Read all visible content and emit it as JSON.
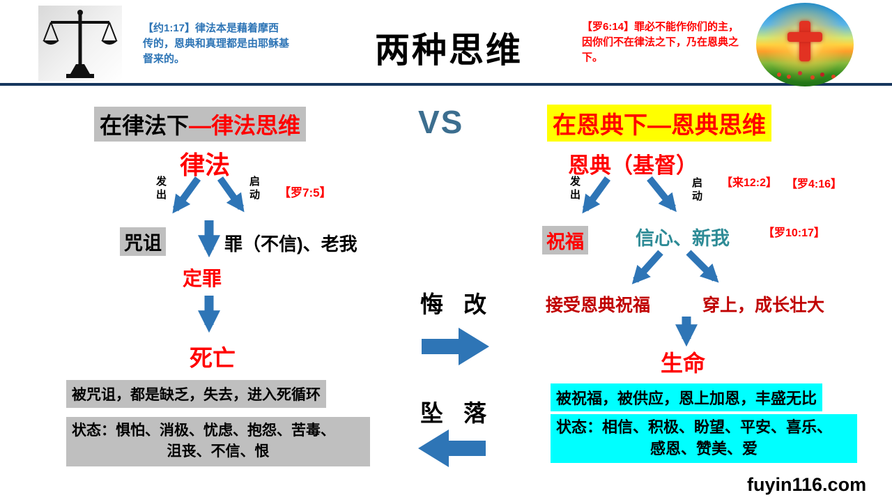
{
  "colors": {
    "red": "#FF0000",
    "dark_red": "#C00000",
    "arrow_blue": "#2E75B6",
    "header_line_navy": "#17375E",
    "verse_blue": "#2E75B6",
    "vs_slate_blue": "#3C6E8F",
    "gray_highlight": "#BFBFBF",
    "yellow_highlight": "#FFFF00",
    "cyan_highlight": "#00FFFF",
    "teal_text": "#2E8B96"
  },
  "images": {
    "left_logo": "scales-of-justice",
    "right_logo": "red-cross-sunrise-flowers"
  },
  "header": {
    "left_verse": "【约1:17】律法本是藉着摩西传的，恩典和真理都是由耶稣基督来的。",
    "title": "两种思维",
    "right_verse": "【罗6:14】罪必不能作你们的主，因你们不在律法之下，乃在恩典之下。"
  },
  "center": {
    "vs": "VS",
    "repent": "悔 改",
    "fall": "坠 落"
  },
  "law": {
    "heading_black": "在律法下",
    "heading_red": "—律法思维",
    "root": "律法",
    "label_left": "发出",
    "label_right": "启动",
    "ref_root": "【罗7:5】",
    "curse": "咒诅",
    "sin": "罪（不信)、老我",
    "condemn": "定罪",
    "death": "死亡",
    "summary": "被咒诅，都是缺乏，失去，进入死循环",
    "state_line1": "状态：惧怕、消极、忧虑、抱怨、苦毒、",
    "state_line2": "沮丧、不信、恨"
  },
  "grace": {
    "heading": "在恩典下—恩典思维",
    "root": "恩典（基督）",
    "label_left": "发出",
    "label_right": "启动",
    "ref_root1": "【来12:2】",
    "ref_root2": "【罗4:16】",
    "blessing": "祝福",
    "faith": "信心、新我",
    "ref_faith": "【罗10:17】",
    "receive": "接受恩典祝福",
    "put_on": "穿上，成长壮大",
    "life": "生命",
    "summary": "被祝福，被供应，恩上加恩，丰盛无比",
    "state_line1": "状态：相信、积极、盼望、平安、喜乐、",
    "state_line2": "感恩、赞美、爱"
  },
  "footer": {
    "watermark": "fuyin116.com"
  }
}
